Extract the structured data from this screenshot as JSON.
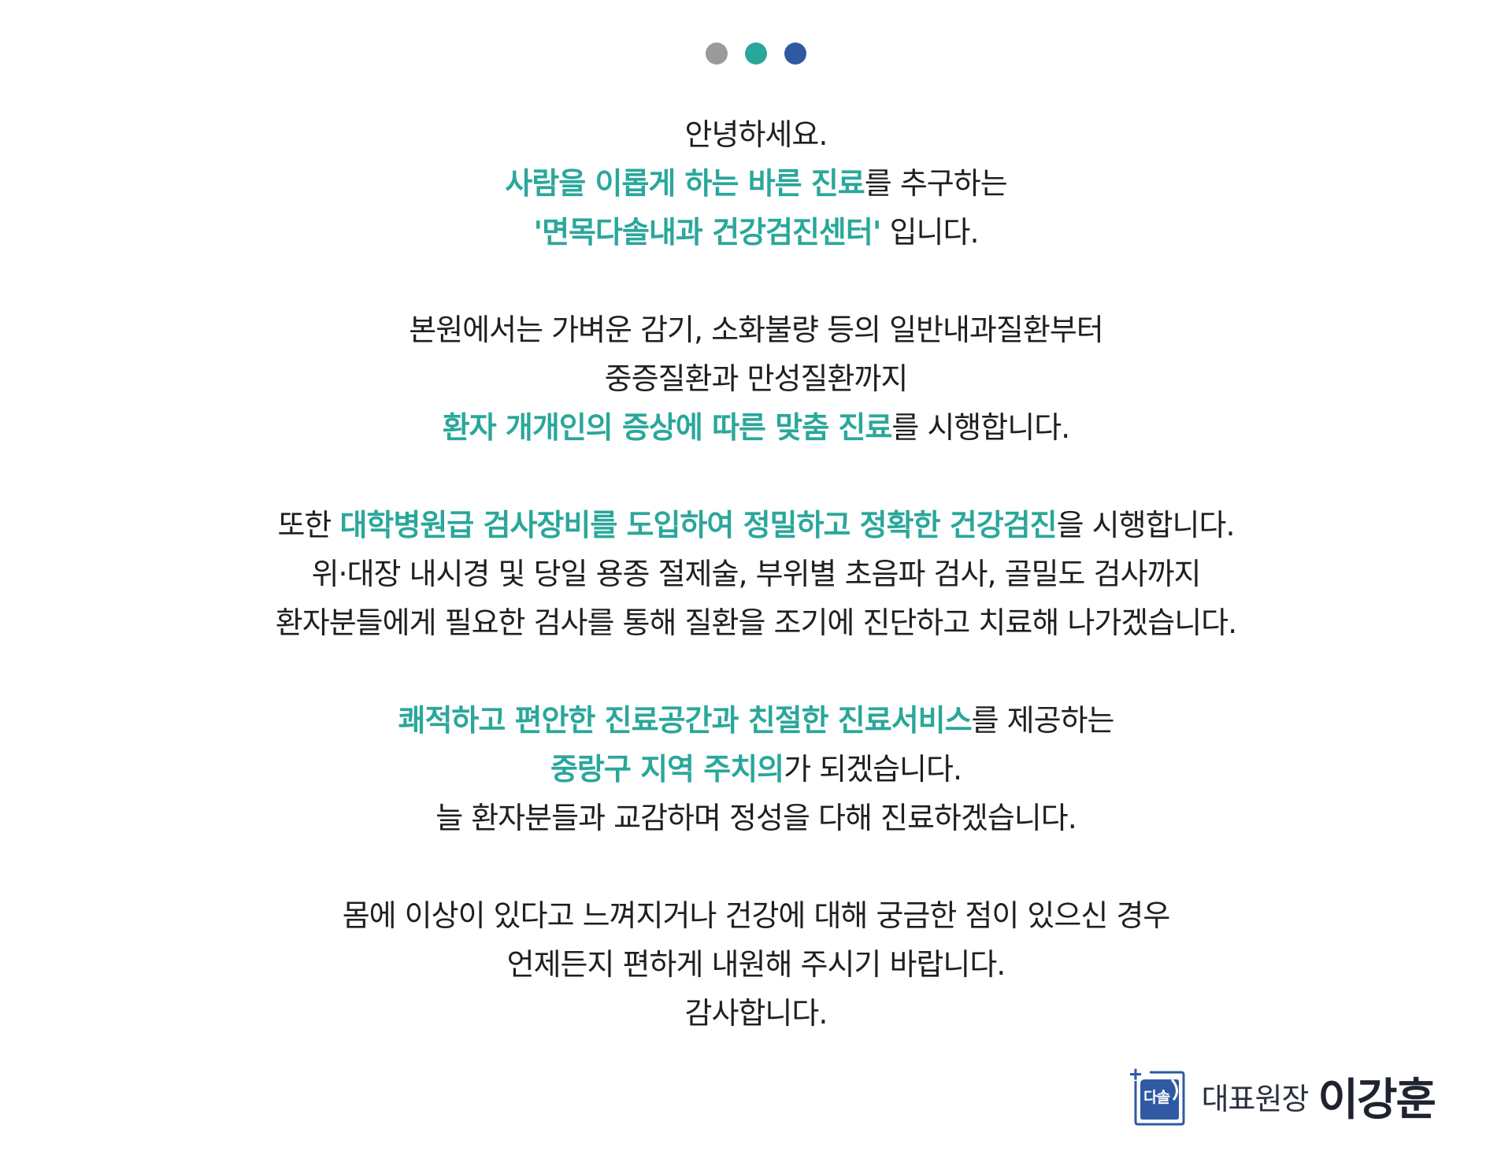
{
  "colors": {
    "highlight": "#2aa79b",
    "text": "#1f1f1f",
    "dot_gray": "#9a9a9a",
    "dot_teal": "#2aa79b",
    "dot_blue": "#2f5aa3",
    "logo_blue": "#2f5aa3"
  },
  "message": {
    "p1": {
      "l1": "안녕하세요.",
      "l2_hl": "사람을 이롭게 하는 바른 진료",
      "l2_rest": "를 추구하는",
      "l3_hl": "'면목다솔내과 건강검진센터'",
      "l3_rest": " 입니다."
    },
    "p2": {
      "l1": "본원에서는 가벼운 감기, 소화불량 등의 일반내과질환부터",
      "l2": "중증질환과 만성질환까지",
      "l3_hl": "환자 개개인의 증상에 따른 맞춤 진료",
      "l3_rest": "를 시행합니다."
    },
    "p3": {
      "l1_pre": "또한 ",
      "l1_hl": "대학병원급 검사장비를 도입하여 정밀하고 정확한 건강검진",
      "l1_rest": "을 시행합니다.",
      "l2": "위·대장 내시경 및 당일 용종 절제술, 부위별 초음파 검사, 골밀도 검사까지",
      "l3": "환자분들에게 필요한 검사를 통해 질환을 조기에 진단하고 치료해 나가겠습니다."
    },
    "p4": {
      "l1_hl": "쾌적하고 편안한 진료공간과 친절한 진료서비스",
      "l1_rest": "를 제공하는",
      "l2_hl": "중랑구 지역 주치의",
      "l2_rest": "가 되겠습니다.",
      "l3": "늘 환자분들과 교감하며 정성을 다해 진료하겠습니다."
    },
    "p5": {
      "l1": "몸에 이상이 있다고 느껴지거나 건강에 대해 궁금한 점이 있으신 경우",
      "l2": "언제든지 편하게 내원해 주시기 바랍니다.",
      "l3": "감사합니다."
    }
  },
  "signature": {
    "logo_text": "다솔",
    "logo_icon": "clinic-logo-icon",
    "title": "대표원장",
    "name": "이강훈"
  }
}
